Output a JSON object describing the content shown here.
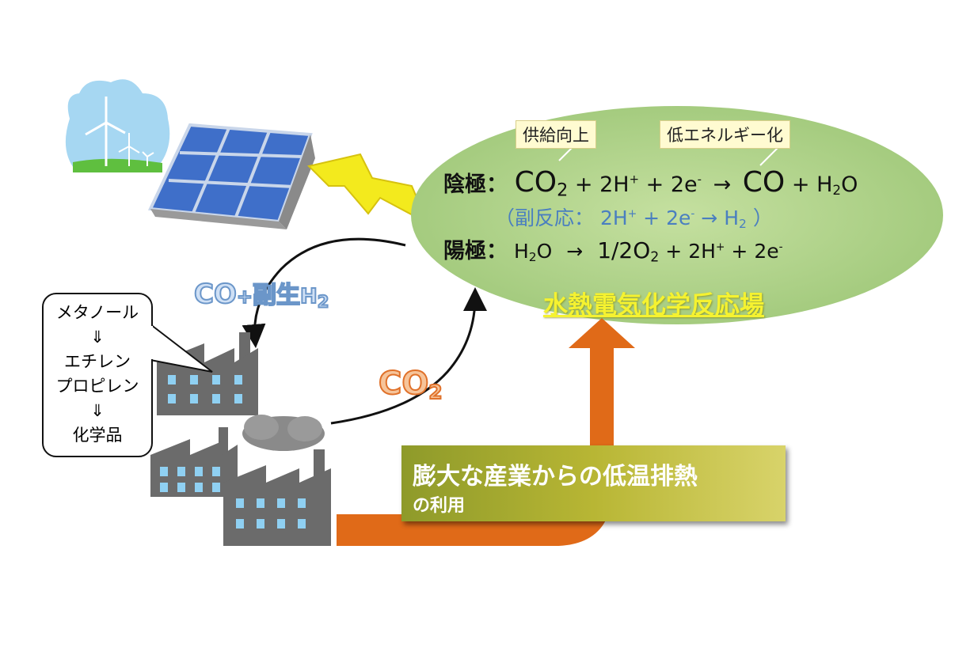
{
  "supply_label": "供給向上",
  "low_energy_label": "低エネルギー化",
  "cathode": {
    "prefix": "陰極：",
    "co2": "CO",
    "co2_sub": "2",
    "plus1": "+",
    "h": "2H",
    "h_sup": "+",
    "plus2": "+",
    "e": "2e",
    "e_sup": "-",
    "arrow": "→",
    "co": "CO",
    "plus3": "+",
    "h2o_h": "H",
    "h2o_sub": "2",
    "h2o_o": "O"
  },
  "side_reaction": {
    "open": "（副反応：",
    "h": "2H",
    "h_sup": "+",
    "plus": "+",
    "e": "2e",
    "e_sup": "-",
    "arrow": "→",
    "h2": "H",
    "h2_sub": "2",
    "close": "）"
  },
  "anode": {
    "prefix": "陽極：",
    "h2o_h": "H",
    "h2o_sub": "2",
    "h2o_o": "O",
    "arrow": "→",
    "o2": "1/2O",
    "o2_sub": "2",
    "plus1": "+",
    "h": "2H",
    "h_sup": "+",
    "plus2": "+",
    "e": "2e",
    "e_sup": "-"
  },
  "field_title": "水熱電気化学反応場",
  "co_h2_label": {
    "main": "CO",
    "plus": "+",
    "kanji": "副生",
    "h": "H",
    "sub": "2"
  },
  "co2_label": {
    "main": "CO",
    "sub": "2"
  },
  "products": [
    "メタノール",
    "⇓",
    "エチレン",
    "プロピレン",
    "⇓",
    "化学品"
  ],
  "heat": {
    "line1": "膨大な産業からの低温排熱",
    "line2": "の利用"
  },
  "colors": {
    "ellipse": "#a9cf86",
    "title_yellow": "#f5f230",
    "arrow_orange": "#e06a18",
    "lightning": "#f3ea1d",
    "factory": "#6b6b6b",
    "window": "#8fd0f2",
    "panel": "#3f6fc9",
    "blue_text": "#4a7fc0"
  }
}
